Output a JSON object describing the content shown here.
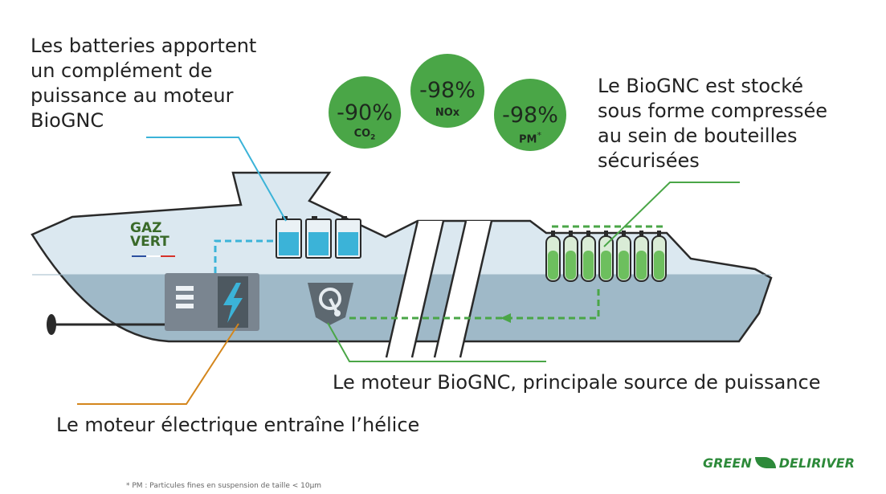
{
  "annotations": {
    "batteries": "Les batteries apportent\nun complément de\npuissance au moteur\nBioGNC",
    "storage": "Le BioGNC est stocké\nsous forme compressée\nau sein de bouteilles\nsécurisées",
    "engine": "Le moteur BioGNC, principale source de puissance",
    "electric_motor": "Le moteur électrique entraîne l’hélice"
  },
  "badges": [
    {
      "value": "-90%",
      "label": "CO",
      "label_sub": "2",
      "sup": ""
    },
    {
      "value": "-98%",
      "label": "NOx",
      "label_sub": "",
      "sup": ""
    },
    {
      "value": "-98%",
      "label": "PM",
      "label_sub": "",
      "sup": "*"
    }
  ],
  "footnote": "* PM : Particules fines en suspension de taille < 10µm",
  "logo": {
    "gaz_line1": "GAZ",
    "gaz_line2": "VERT",
    "brand_left": "GREEN",
    "brand_right": "DELIRIVER"
  },
  "colors": {
    "hull_upper": "#dbe8f0",
    "hull_lower": "#9fb9c8",
    "outline": "#2a2a2a",
    "battery_line": "#3bb3d8",
    "gas_line": "#4aa647",
    "badge": "#4aa647",
    "motor_line": "#d4861c",
    "motor_body": "#7a8590"
  },
  "icons": [
    "bolt-icon",
    "engine-icon",
    "gas-cylinder-icon",
    "battery-icon",
    "propeller-icon",
    "leaf-icon"
  ]
}
